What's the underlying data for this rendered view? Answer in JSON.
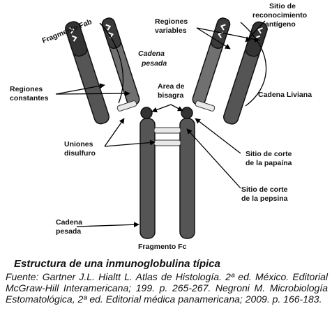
{
  "labels": {
    "fragmento_fab": "Fragmento Fab",
    "cadena_pesada_top_1": "Cadena",
    "cadena_pesada_top_2": "pesada",
    "regiones_variables_1": "Regiones",
    "regiones_variables_2": "variables",
    "sitio_reconocimiento_1": "Sitio de",
    "sitio_reconocimiento_2": "reconocimiento",
    "sitio_reconocimiento_3": "antígeno",
    "area_bisagra_1": "Area de",
    "area_bisagra_2": "bisagra",
    "regiones_constantes_1": "Regiones",
    "regiones_constantes_2": "constantes",
    "cadena_liviana": "Cadena Liviana",
    "uniones_disulfuro_1": "Uniones",
    "uniones_disulfuro_2": "disulfuro",
    "corte_papaina_1": "Sitio de corte",
    "corte_papaina_2": "de la papaína",
    "corte_pepsina_1": "Sitio de corte",
    "corte_pepsina_2": "de la pepsina",
    "cadena_pesada_bottom_1": "Cadena",
    "cadena_pesada_bottom_2": "pesada",
    "fragmento_fc": "Fragmento Fc"
  },
  "caption": {
    "title": "Estructura de una inmunoglobulina típica",
    "source": "Fuente:  Gartner J.L.  Hialtt L. Atlas de Histología. 2ª ed. México. Editorial McGraw-Hill Interamericana; 199. p. 265-267. Negroni M. Microbiología Estomatológica, 2ª ed. Editorial médica panamericana; 2009. p. 166-183."
  }
}
